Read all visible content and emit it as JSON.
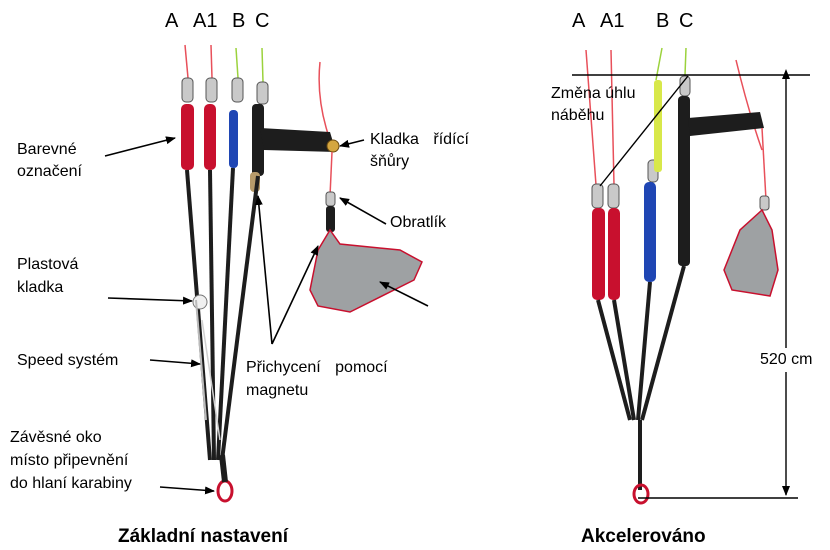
{
  "colors": {
    "a_risers": "#c8102e",
    "b_riser": "#1f46b4",
    "c_riser": "#d8e84a",
    "webbing": "#1d1d1d",
    "foam_handle": "#9ea1a3",
    "brake_line": "#e8505a",
    "lines": "#000000",
    "karabiner_loop": "#c8102e"
  },
  "left_panel": {
    "riser_letters": [
      "A",
      "A1",
      "B",
      "C"
    ],
    "labels": {
      "color_marking": [
        "Barevné",
        "označení"
      ],
      "brake_pulley": [
        "Kladka  řídící",
        "šňůry"
      ],
      "swivel": "Obratlík",
      "plastic_pulley": [
        "Plastová",
        "kladka"
      ],
      "speed_system": "Speed systém",
      "magnet_attachment": [
        "Přichycení  pomocí",
        "magnetu"
      ],
      "suspension_loop": [
        "Závěsné oko",
        "místo připevnění",
        "do hlaní karabiny"
      ]
    },
    "caption": "Základní nastavení"
  },
  "right_panel": {
    "riser_letters": [
      "A",
      "A1",
      "B",
      "C"
    ],
    "labels": {
      "angle_change": [
        "Změna úhlu",
        "náběhu"
      ],
      "length": "520 cm"
    },
    "caption": "Akcelerováno"
  }
}
